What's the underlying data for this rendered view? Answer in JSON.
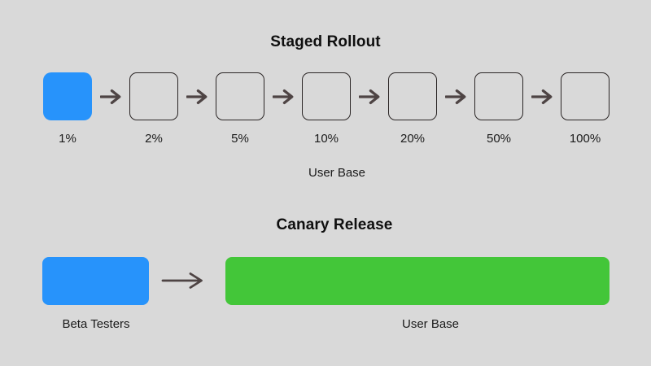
{
  "colors": {
    "background": "#d9d9d9",
    "blue_fill": "#2793fb",
    "green_fill": "#43c639",
    "arrow": "#4e4444",
    "outline": "#2b2626",
    "text": "#151515"
  },
  "staged_rollout": {
    "title": "Staged Rollout",
    "stages": [
      {
        "label": "1%",
        "filled": true
      },
      {
        "label": "2%",
        "filled": false
      },
      {
        "label": "5%",
        "filled": false
      },
      {
        "label": "10%",
        "filled": false
      },
      {
        "label": "20%",
        "filled": false
      },
      {
        "label": "50%",
        "filled": false
      },
      {
        "label": "100%",
        "filled": false
      }
    ],
    "caption": "User Base"
  },
  "canary_release": {
    "title": "Canary Release",
    "source_label": "Beta Testers",
    "target_label": "User Base"
  }
}
